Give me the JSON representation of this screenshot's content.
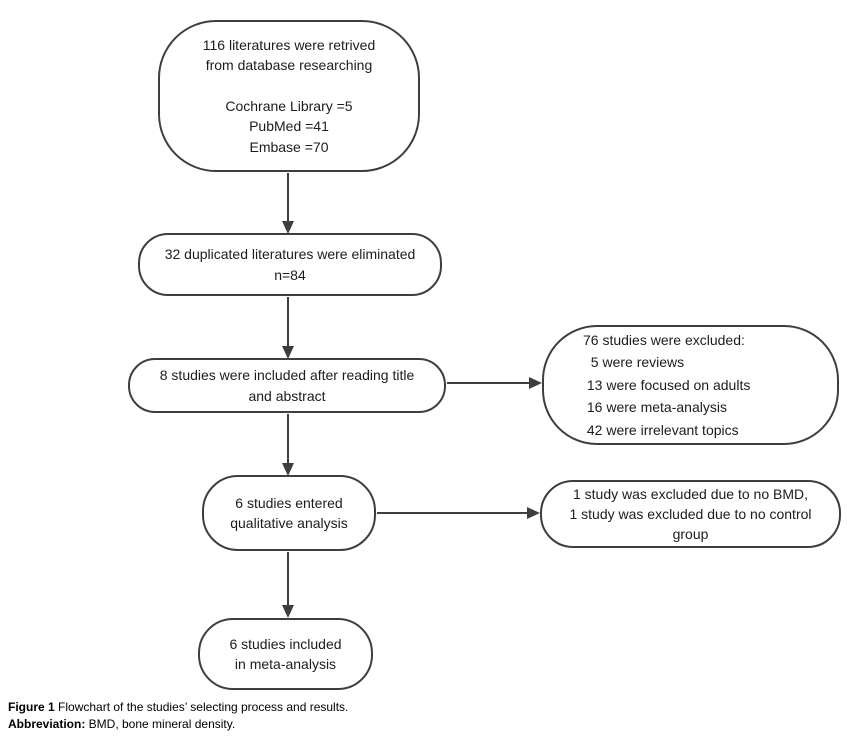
{
  "figure": {
    "nodes": {
      "retrieved": {
        "text": "116 literatures were retrived\nfrom database researching\n\nCochrane Library =5\nPubMed =41\nEmbase =70"
      },
      "duplicates": {
        "text": "32 duplicated literatures were eliminated\nn=84"
      },
      "screen": {
        "text": "8 studies were included after reading title\nand abstract"
      },
      "excluded76": {
        "text": "76 studies were excluded:\n  5 were reviews\n 13 were focused on adults\n 16 were meta-analysis\n 42 were irrelevant topics"
      },
      "qualitative": {
        "text": "6 studies entered\nqualitative analysis"
      },
      "excluded2": {
        "text": "1 study was excluded due to no BMD,\n1 study was excluded due to no control\ngroup"
      },
      "included": {
        "text": "6 studies included\nin meta-analysis"
      }
    },
    "edges": [
      {
        "from": "retrieved",
        "to": "duplicates"
      },
      {
        "from": "duplicates",
        "to": "screen"
      },
      {
        "from": "screen",
        "to": "excluded76"
      },
      {
        "from": "screen",
        "to": "qualitative"
      },
      {
        "from": "qualitative",
        "to": "excluded2"
      },
      {
        "from": "qualitative",
        "to": "included"
      }
    ],
    "caption": {
      "label": "Figure 1",
      "text": " Flowchart of the studies’ selecting process and results.",
      "abbr_label": "Abbreviation:",
      "abbr_text": " BMD, bone mineral density."
    },
    "colors": {
      "stroke": "#3e3e3e",
      "text": "#1c1c1c"
    }
  }
}
